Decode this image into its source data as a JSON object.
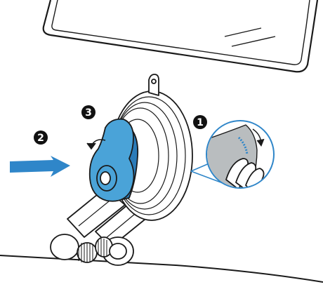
{
  "steps": [
    {
      "label": "1"
    },
    {
      "label": "2"
    },
    {
      "label": "3"
    }
  ],
  "colors": {
    "accent_blue": "#2f86c9",
    "lever_blue": "#4aa3d8",
    "lever_shadow": "#2b7bb8",
    "line": "#1a1a1a",
    "badge": "#111111",
    "zoom_fill": "#b9bdbf"
  },
  "icons": {
    "push_arrow": "arrow-right-icon",
    "rotate_arrow": "curved-arrow-icon",
    "zoom_callout": "magnify-callout-icon"
  }
}
